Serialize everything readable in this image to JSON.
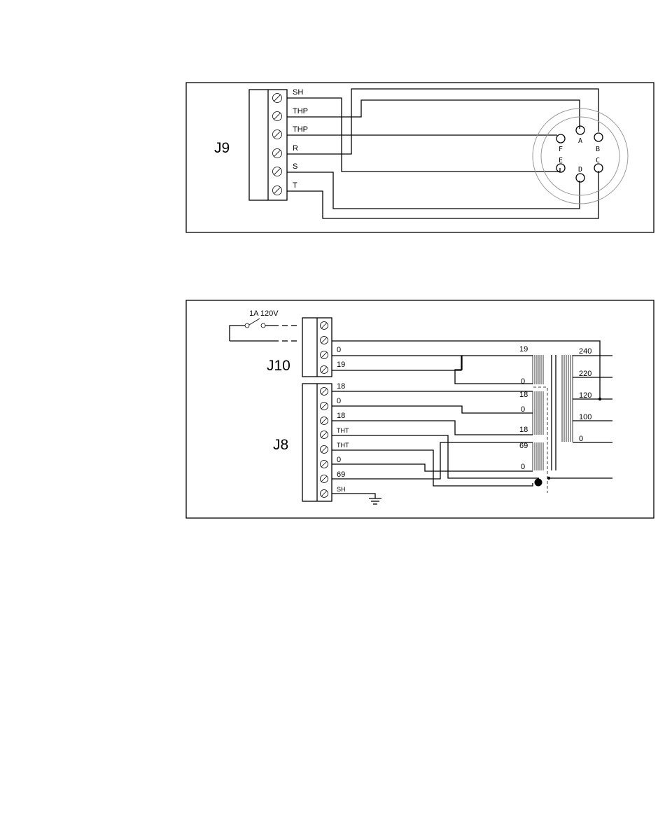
{
  "j9": {
    "title": "J9",
    "terminals": [
      "SH",
      "THP",
      "THP",
      "R",
      "S",
      "T"
    ],
    "connector_pins": [
      "A",
      "B",
      "C",
      "D",
      "E",
      "F"
    ]
  },
  "power": {
    "fuse_label": "1A 120V",
    "j10": {
      "title": "J10",
      "terminals": [
        "",
        "",
        "0",
        "19"
      ]
    },
    "j8": {
      "title": "J8",
      "terminals": [
        "18",
        "0",
        "18",
        "THT",
        "THT",
        "0",
        "69",
        "SH"
      ]
    },
    "secondary_taps": [
      "19",
      "0",
      "18",
      "0",
      "18",
      "69",
      "0"
    ],
    "primary_taps": [
      "240",
      "220",
      "120",
      "100",
      "0"
    ]
  }
}
